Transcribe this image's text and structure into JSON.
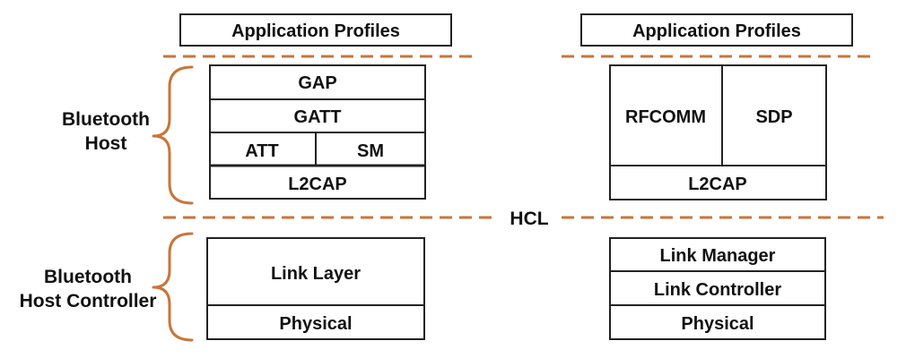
{
  "colors": {
    "accent": "#C8753A",
    "border": "#222222",
    "text": "#111111",
    "background": "#ffffff"
  },
  "left_stack": {
    "top_profile": "Application Profiles",
    "gap": "GAP",
    "gatt": "GATT",
    "att": "ATT",
    "sm": "SM",
    "l2cap": "L2CAP",
    "link_layer": "Link Layer",
    "physical": "Physical"
  },
  "right_stack": {
    "top_profile": "Application Profiles",
    "rfcomm": "RFCOMM",
    "sdp": "SDP",
    "l2cap": "L2CAP",
    "link_manager": "Link Manager",
    "link_controller": "Link Controller",
    "physical": "Physical"
  },
  "labels": {
    "host_line1": "Bluetooth",
    "host_line2": "Host",
    "controller_line1": "Bluetooth",
    "controller_line2": "Host Controller",
    "hcl": "HCL"
  }
}
